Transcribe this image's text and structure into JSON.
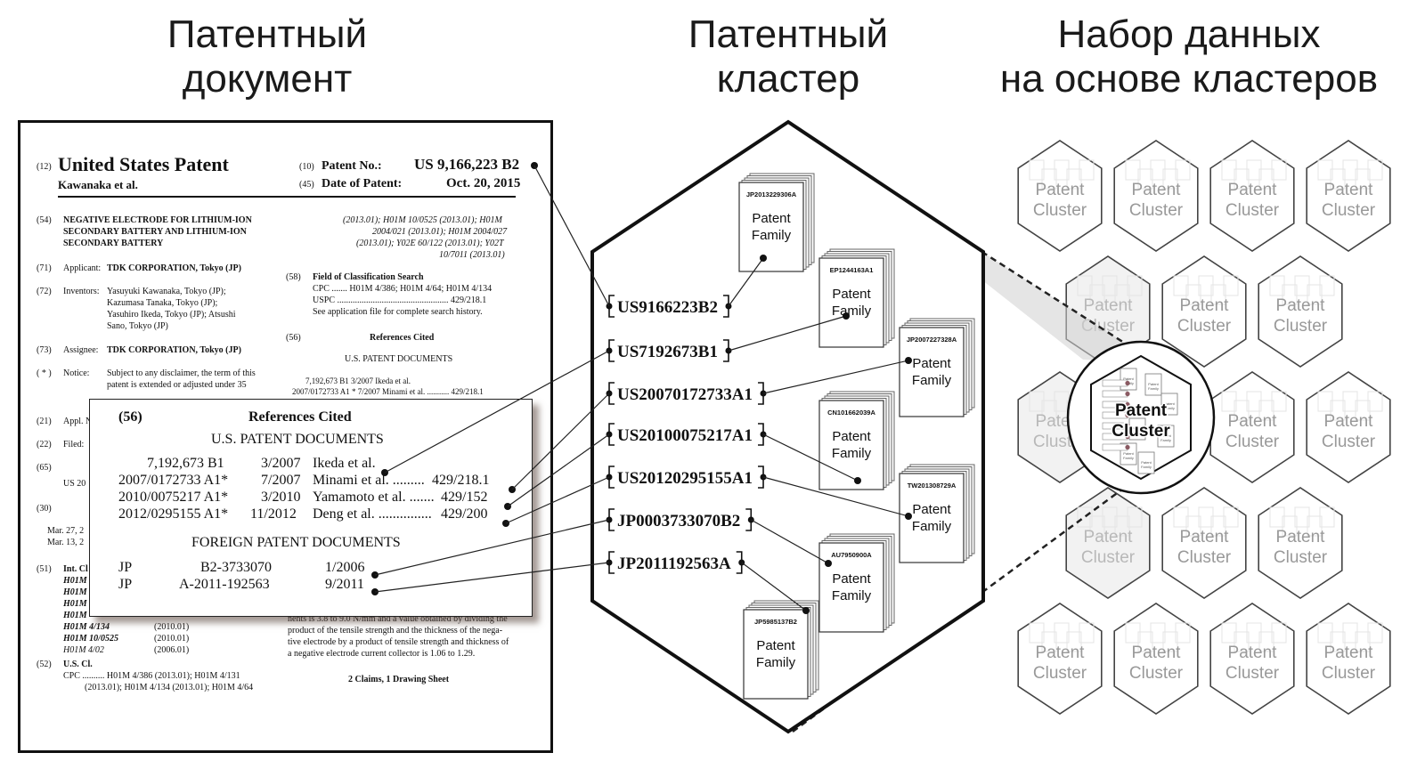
{
  "headings": {
    "document": [
      "Патентный",
      "документ"
    ],
    "cluster": [
      "Патентный",
      "кластер"
    ],
    "dataset": [
      "Набор данных",
      "на основе кластеров"
    ]
  },
  "patent_document": {
    "code12": "(12)",
    "title": "United States Patent",
    "authors": "Kawanaka et al.",
    "code10": "(10)",
    "patent_no_label": "Patent No.:",
    "patent_no": "US 9,166,223 B2",
    "code45": "(45)",
    "date_label": "Date of Patent:",
    "date": "Oct. 20, 2015",
    "code54": "(54)",
    "invention_title": [
      "NEGATIVE ELECTRODE FOR LITHIUM-ION",
      "SECONDARY BATTERY AND LITHIUM-ION",
      "SECONDARY BATTERY"
    ],
    "code71": "(71)",
    "applicant_label": "Applicant:",
    "applicant": "TDK CORPORATION, Tokyo (JP)",
    "code72": "(72)",
    "inventors_label": "Inventors:",
    "inventors": [
      "Yasuyuki Kawanaka, Tokyo (JP);",
      "Kazumasa Tanaka, Tokyo (JP);",
      "Yasuhiro Ikeda, Tokyo (JP); Atsushi",
      "Sano, Tokyo (JP)"
    ],
    "code73": "(73)",
    "assignee_label": "Assignee:",
    "assignee": "TDK CORPORATION, Tokyo (JP)",
    "code_notice": "( * )",
    "notice_label": "Notice:",
    "notice": [
      "Subject to any disclaimer, the term of this",
      "patent is extended or adjusted under 35"
    ],
    "code21": "(21)",
    "appl_label": "Appl. N",
    "code22": "(22)",
    "filed_label": "Filed:",
    "code65": "(65)",
    "us20": "US 20",
    "code30": "(30)",
    "mar27": "Mar. 27, 2",
    "mar13": "Mar. 13, 2",
    "code51": "(51)",
    "int_cl": "Int. Cl",
    "h01m_rows": [
      "H01M",
      "H01M",
      "H01M",
      "H01M"
    ],
    "cls_rows": [
      {
        "cls": "H01M 4/134",
        "date": "(2010.01)"
      },
      {
        "cls": "H01M 10/0525",
        "date": "(2010.01)"
      },
      {
        "cls": "H01M 4/02",
        "date": "(2006.01)"
      }
    ],
    "code52": "(52)",
    "us_cl": "U.S. Cl.",
    "cpc_line1": "CPC .......... H01M 4/386 (2013.01); H01M 4/131",
    "cpc_line2": "(2013.01); H01M 4/134 (2013.01); H01M 4/64",
    "right_cls": [
      "(2013.01); H01M 10/0525 (2013.01); H01M",
      "2004/021 (2013.01); H01M 2004/027",
      "(2013.01); Y02E 60/122 (2013.01); Y02T",
      "10/7011 (2013.01)"
    ],
    "code58": "(58)",
    "field_label": "Field of Classification Search",
    "cpc_search": "CPC ....... H01M 4/386; H01M 4/64; H01M 4/134",
    "uspc": "USPC .................................................. 429/218.1",
    "see_app": "See application file for complete search history.",
    "code56": "(56)",
    "references_cited": "References Cited",
    "us_docs": "U.S. PATENT DOCUMENTS",
    "ref_row1": "7,192,673  B1      3/2007  Ikeda et al.",
    "ref_row2": "2007/0172733  A1 *   7/2007  Minami et al.  ...........  429/218.1",
    "abstract": [
      "nents is 3.8 to 9.0 N/mm and a value obtained by dividing the",
      "product of the tensile strength and the thickness of the nega-",
      "tive electrode by a product of tensile strength and thickness of",
      "a negative electrode current collector is 1.06 to 1.29."
    ],
    "claims": "2 Claims, 1 Drawing Sheet"
  },
  "references_inset": {
    "code": "(56)",
    "title": "References Cited",
    "us_heading": "U.S. PATENT DOCUMENTS",
    "us_rows": [
      {
        "number": "7,192,673 B1",
        "date": "3/2007",
        "author": "Ikeda et al.",
        "cls": ""
      },
      {
        "number": "2007/0172733 A1*",
        "date": "7/2007",
        "author": "Minami et al. .........",
        "cls": "429/218.1"
      },
      {
        "number": "2010/0075217 A1*",
        "date": "3/2010",
        "author": "Yamamoto et al. .......",
        "cls": "429/152"
      },
      {
        "number": "2012/0295155 A1*",
        "date": "11/2012",
        "author": "Deng et al. ...............",
        "cls": "429/200"
      }
    ],
    "foreign_heading": "FOREIGN PATENT DOCUMENTS",
    "foreign_rows": [
      {
        "country": "JP",
        "number": "B2-3733070",
        "date": "1/2006"
      },
      {
        "country": "JP",
        "number": "A-2011-192563",
        "date": "9/2011"
      }
    ]
  },
  "patent_cluster": {
    "publications": [
      "US9166223B2",
      "US7192673B1",
      "US20070172733A1",
      "US20100075217A1",
      "US20120295155A1",
      "JP0003733070B2",
      "JP2011192563A"
    ],
    "family_label": [
      "Patent",
      "Family"
    ],
    "families": [
      "JP2013229306A",
      "EP1244163A1",
      "JP2007227328A",
      "CN101662039A",
      "TW201308729A",
      "AU7950900A",
      "JP5985137B2"
    ]
  },
  "dataset": {
    "cluster_label": [
      "Patent",
      "Cluster"
    ],
    "highlight_label": [
      "Patent",
      "Cluster"
    ],
    "mini_family_label": [
      "Patent",
      "Family"
    ]
  }
}
